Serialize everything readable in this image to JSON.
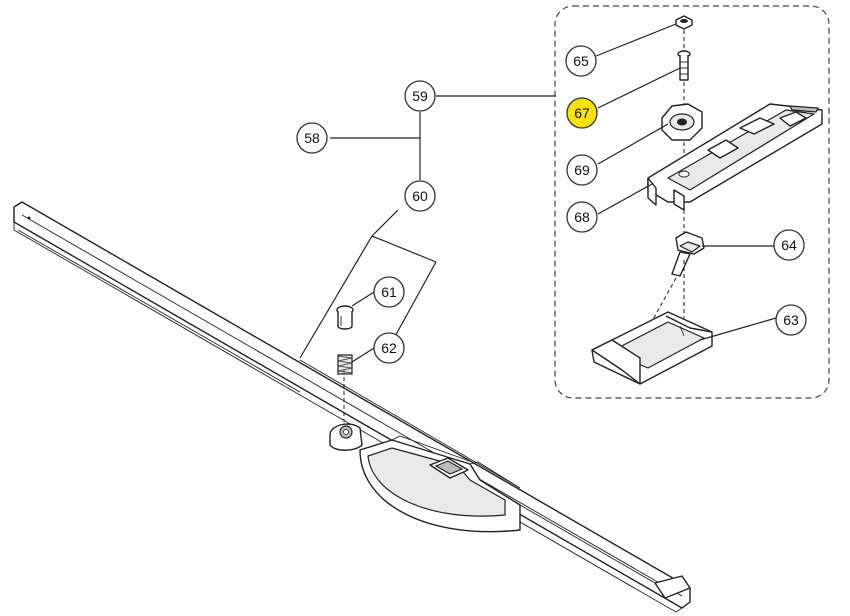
{
  "callouts": [
    {
      "id": "58",
      "label": "58"
    },
    {
      "id": "59",
      "label": "59"
    },
    {
      "id": "60",
      "label": "60"
    },
    {
      "id": "61",
      "label": "61"
    },
    {
      "id": "62",
      "label": "62"
    },
    {
      "id": "63",
      "label": "63"
    },
    {
      "id": "64",
      "label": "64"
    },
    {
      "id": "65",
      "label": "65"
    },
    {
      "id": "67",
      "label": "67",
      "highlighted": true
    },
    {
      "id": "68",
      "label": "68"
    },
    {
      "id": "69",
      "label": "69"
    }
  ],
  "colors": {
    "highlight": "#f6e10a",
    "line": "#222222",
    "background": "#ffffff"
  }
}
